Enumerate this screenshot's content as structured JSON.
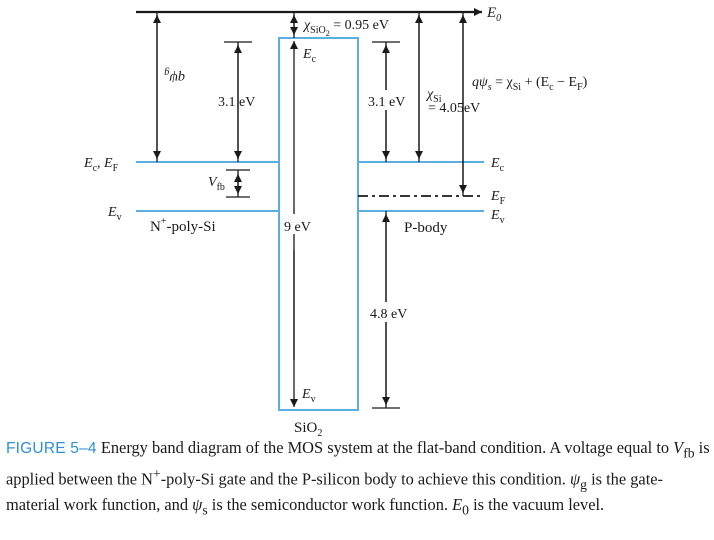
{
  "labels": {
    "vacuum": "E",
    "vacuum_sub": "0",
    "gate_workfunction": "qψ",
    "gate_workfunction_sub": "g",
    "gate_ec_ef": "E",
    "gate_ec_ef_sub1": "c",
    "gate_ec_ef_mid": ", E",
    "gate_ec_ef_sub2": "F",
    "gate_ev": "E",
    "gate_ev_sub": "v",
    "gate_bandgap": "3.1 eV",
    "flatband_voltage": "V",
    "flatband_voltage_sub": "fb",
    "gate_material": "N",
    "gate_material_sup": "+",
    "gate_material_rest": "-poly-Si",
    "oxide_affinity": "χ",
    "oxide_affinity_sub": "SiO",
    "oxide_affinity_subsub": "2",
    "oxide_affinity_value": " = 0.95 eV",
    "oxide_ec": "E",
    "oxide_ec_sub": "c",
    "oxide_bandgap": "9 eV",
    "oxide_ev": "E",
    "oxide_ev_sub": "v",
    "oxide_name": "SiO",
    "oxide_name_sub": "2",
    "body_ec_offset": "3.1 eV",
    "si_affinity": "χ",
    "si_affinity_sub": "Si",
    "si_affinity_value": "= 4.05eV",
    "semi_workfunction": "qψ",
    "semi_workfunction_sub": "s",
    "semi_workfunction_rest": " = χ",
    "semi_workfunction_rest_sub": "Si",
    "semi_workfunction_tail": " + (E",
    "semi_workfunction_tail_sub1": "c",
    "semi_workfunction_tail_mid": " − E",
    "semi_workfunction_tail_sub2": "F",
    "semi_workfunction_tail_end": ")",
    "body_ec": "E",
    "body_ec_sub": "c",
    "body_ef": "E",
    "body_ef_sub": "F",
    "body_ev": "E",
    "body_ev_sub": "v",
    "body_material": "P-body",
    "body_ev_offset": "4.8 eV"
  },
  "caption": {
    "figure_label": "FIGURE 5–4",
    "t1": " Energy band diagram of the MOS system at the flat-band condition. A voltage equal to ",
    "v": "V",
    "v_sub": "fb",
    "t2": " is applied between the N",
    "t2_sup": "+",
    "t3": "-poly-Si gate and the P-silicon body to achieve this condition. ",
    "psi_g": "ψ",
    "psi_g_sub": "g",
    "t4": " is the gate-material work function, and ",
    "psi_s": "ψ",
    "psi_s_sub": "s",
    "t5": " is the semiconductor work function. ",
    "e0": "E",
    "e0_sub": "0",
    "t6": " is the vacuum level."
  },
  "colors": {
    "band_edge": "#5aaee0",
    "ink": "#1a1a1a",
    "accent": "#2f8fd6"
  }
}
